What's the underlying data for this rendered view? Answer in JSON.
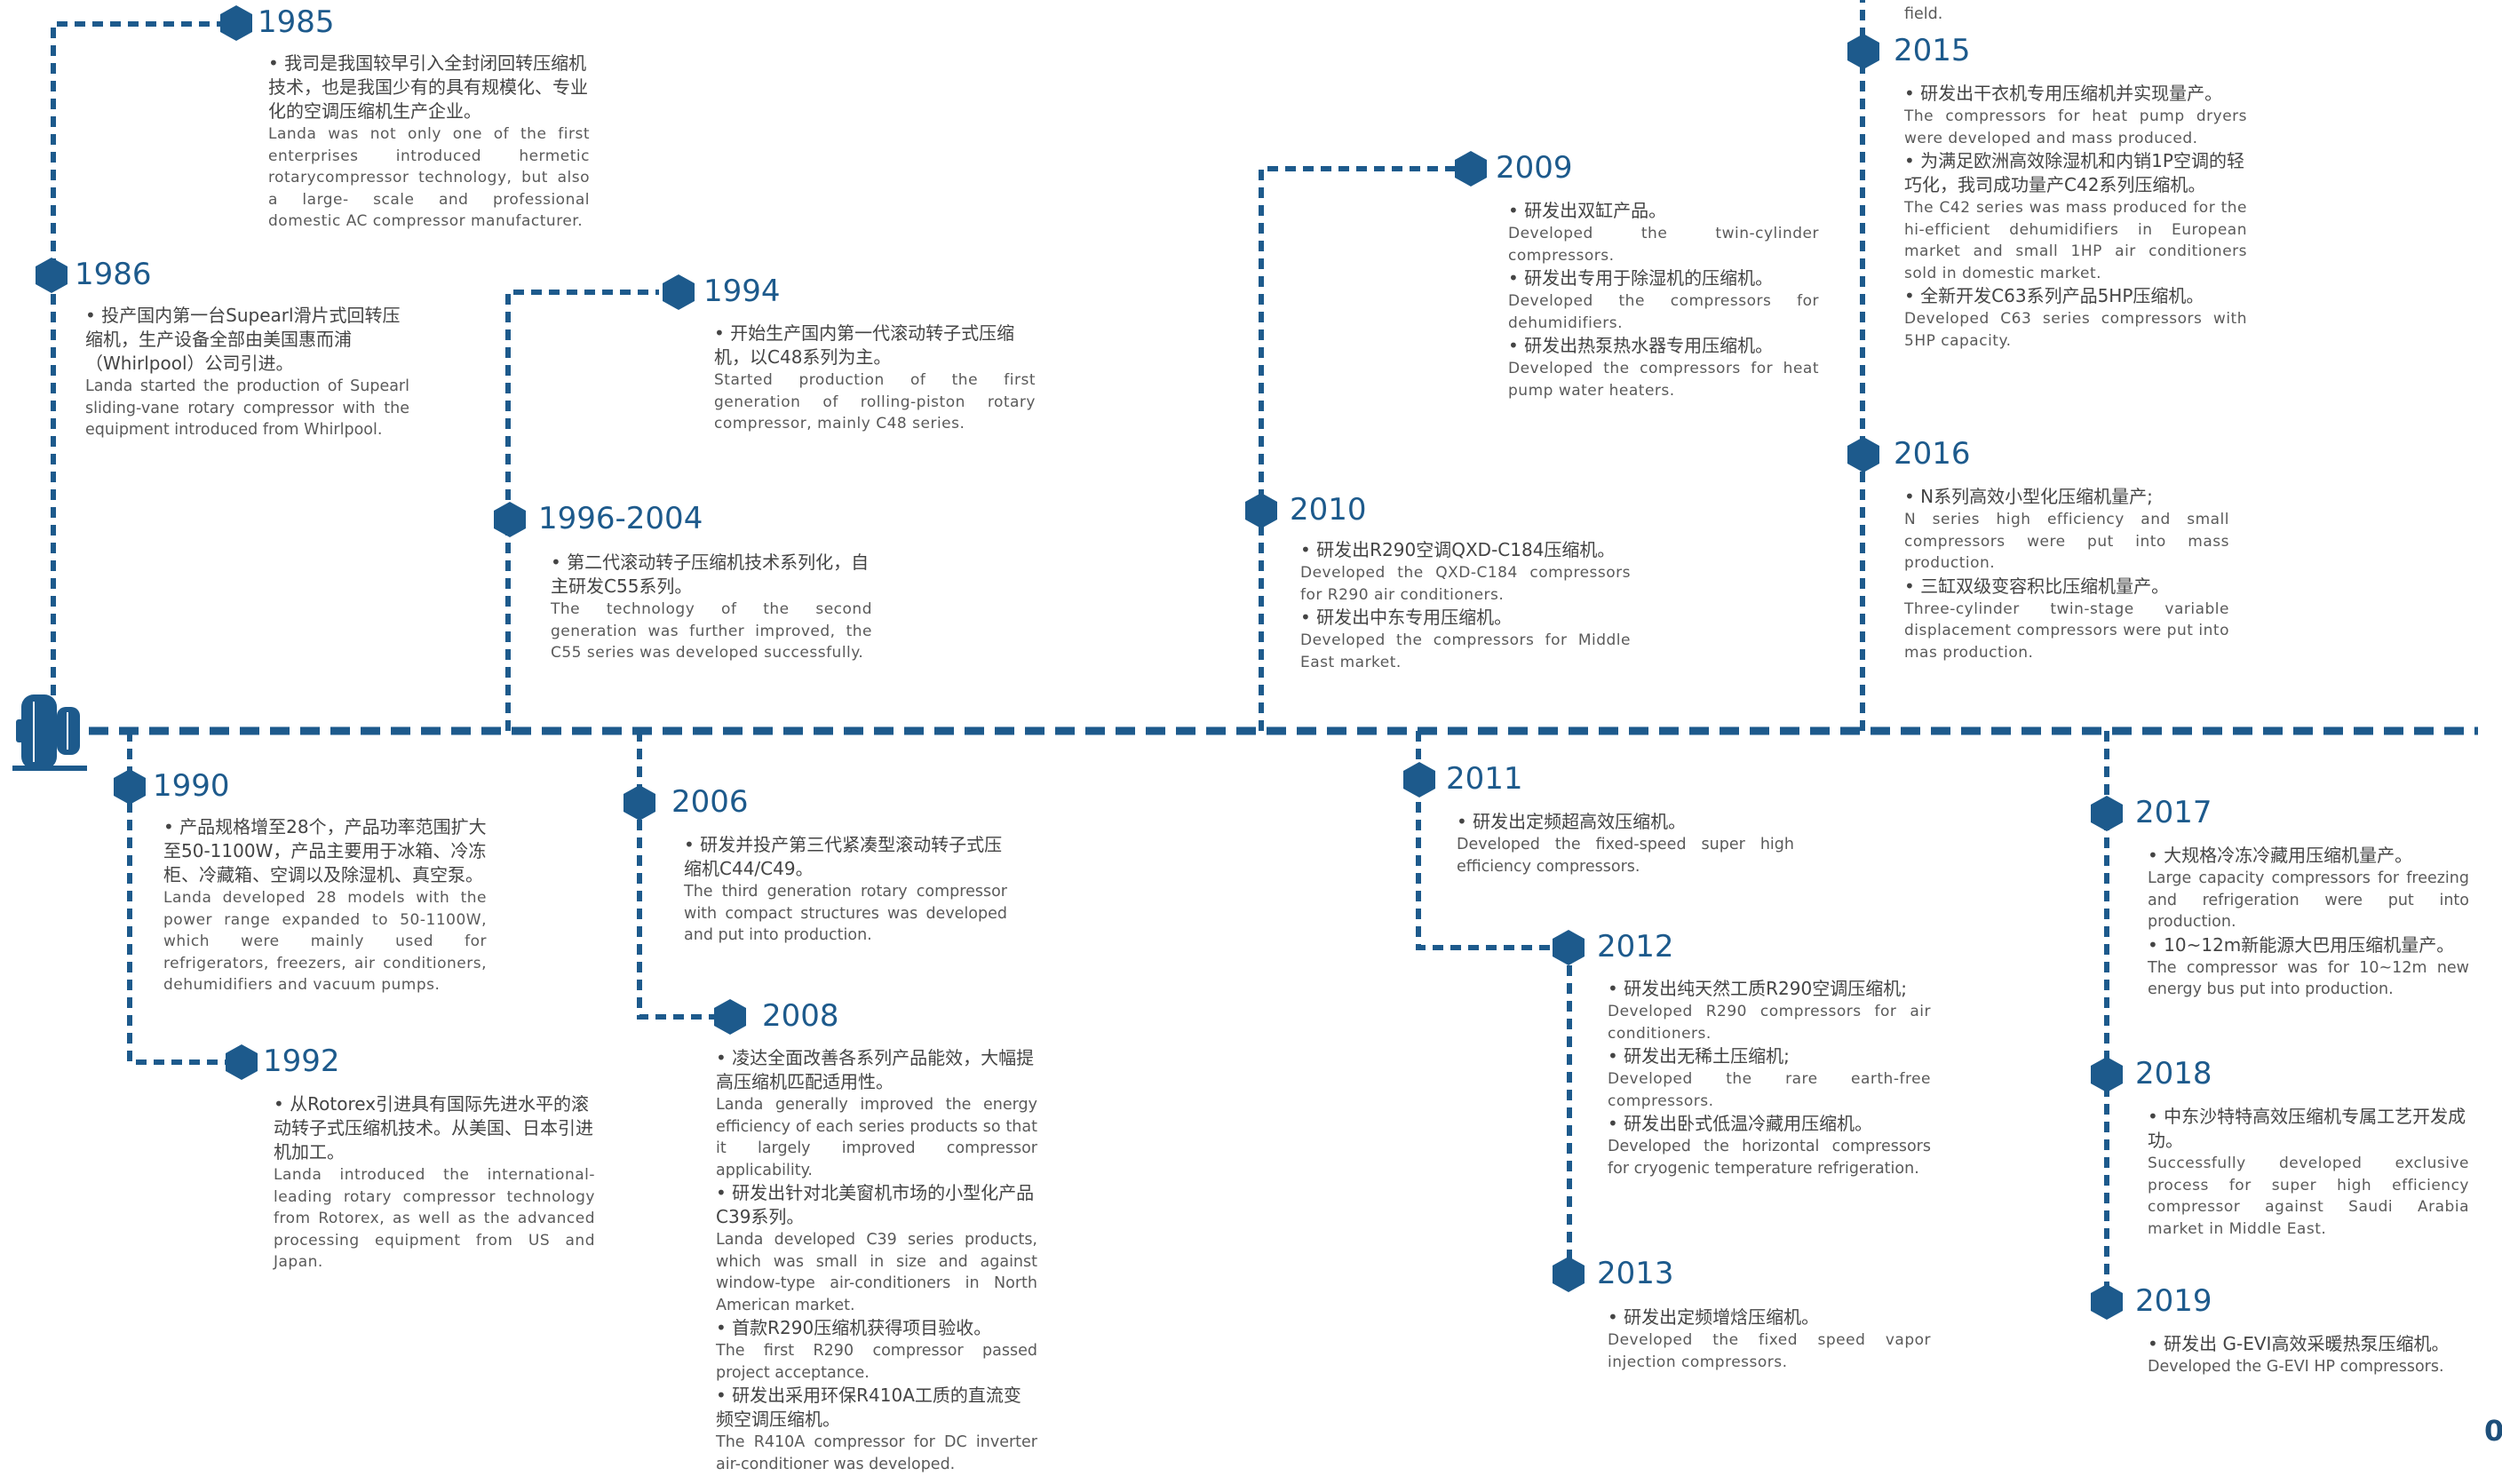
{
  "page_number": "0",
  "accent_color": "#1d5a8c",
  "icons": {
    "compressor": "rotary-compressor-icon",
    "milestone": "hexagon-marker-icon"
  },
  "milestones": [
    {
      "year": "1985",
      "items": [
        {
          "zh": "• 我司是我国较早引入全封闭回转压缩机技术，也是我国少有的具有规模化、专业化的空调压缩机生产企业。",
          "en": "Landa was not only one of the first enterprises introduced hermetic rotarycompressor technology, but also a large- scale and professional domestic AC compressor manufacturer."
        }
      ]
    },
    {
      "year": "1986",
      "items": [
        {
          "zh": "• 投产国内第一台Supearl滑片式回转压缩机，生产设备全部由美国惠而浦（Whirlpool）公司引进。",
          "en": "Landa started the production of Supearl sliding-vane rotary compressor with the equipment introduced from Whirlpool."
        }
      ]
    },
    {
      "year": "1994",
      "items": [
        {
          "zh": "• 开始生产国内第一代滚动转子式压缩机，以C48系列为主。",
          "en": "Started production of the first generation of rolling-piston rotary compressor, mainly C48 series."
        }
      ]
    },
    {
      "year": "1996-2004",
      "items": [
        {
          "zh": "• 第二代滚动转子压缩机技术系列化，自主研发C55系列。",
          "en": "The technology of the second generation was further improved, the C55 series was developed successfully."
        }
      ]
    },
    {
      "year": "2009",
      "items": [
        {
          "zh": "• 研发出双缸产品。",
          "en": "Developed the twin-cylinder compressors."
        },
        {
          "zh": "• 研发出专用于除湿机的压缩机。",
          "en": "Developed the compressors for dehumidifiers."
        },
        {
          "zh": "• 研发出热泵热水器专用压缩机。",
          "en": "Developed the compressors for heat pump water heaters."
        }
      ]
    },
    {
      "year": "2010",
      "items": [
        {
          "zh": "• 研发出R290空调QXD-C184压缩机。",
          "en": "Developed the QXD-C184 compressors for R290 air conditioners."
        },
        {
          "zh": "• 研发出中东专用压缩机。",
          "en": "Developed the compressors for Middle East market."
        }
      ]
    },
    {
      "year": "2015",
      "top_fragment": "field.",
      "items": [
        {
          "zh": "• 研发出干衣机专用压缩机并实现量产。",
          "en": "The compressors for heat pump dryers were developed and mass produced."
        },
        {
          "zh": "• 为满足欧洲高效除湿机和内销1P空调的轻巧化，我司成功量产C42系列压缩机。",
          "en": "The C42 series was mass produced for the hi-efficient dehumidifiers in European market and small 1HP air conditioners sold in domestic market."
        },
        {
          "zh": "• 全新开发C63系列产品5HP压缩机。",
          "en": "Developed C63 series compressors with 5HP capacity."
        }
      ]
    },
    {
      "year": "2016",
      "items": [
        {
          "zh": "• N系列高效小型化压缩机量产;",
          "en": "N series high efficiency and small compressors were put into mass production."
        },
        {
          "zh": "• 三缸双级变容积比压缩机量产。",
          "en": "Three-cylinder twin-stage variable displacement compressors were put into mas production."
        }
      ]
    },
    {
      "year": "1990",
      "items": [
        {
          "zh": "• 产品规格增至28个，产品功率范围扩大至50-1100W，产品主要用于冰箱、冷冻柜、冷藏箱、空调以及除湿机、真空泵。",
          "en": "Landa developed 28 models with the power range expanded to 50-1100W, which were mainly used for refrigerators, freezers, air conditioners, dehumidifiers and vacuum pumps."
        }
      ]
    },
    {
      "year": "1992",
      "items": [
        {
          "zh": "• 从Rotorex引进具有国际先进水平的滚动转子式压缩机技术。从美国、日本引进机加工。",
          "en": "Landa introduced the international-leading rotary compressor technology from Rotorex, as well as the advanced processing equipment from US and Japan."
        }
      ]
    },
    {
      "year": "2006",
      "items": [
        {
          "zh": "• 研发并投产第三代紧凑型滚动转子式压缩机C44/C49。",
          "en": "The third generation rotary compressor with compact structures was developed and put into production."
        }
      ]
    },
    {
      "year": "2008",
      "items": [
        {
          "zh": "• 凌达全面改善各系列产品能效，大幅提高压缩机匹配适用性。",
          "en": "Landa generally improved the energy efficiency of each series products so that it largely improved compressor applicability."
        },
        {
          "zh": "• 研发出针对北美窗机市场的小型化产品C39系列。",
          "en": "Landa developed C39 series products, which was small in size and against window-type air-conditioners in North American market."
        },
        {
          "zh": "• 首款R290压缩机获得项目验收。",
          "en": "The first R290 compressor passed project acceptance."
        },
        {
          "zh": "• 研发出采用环保R410A工质的直流变频空调压缩机。",
          "en": "The R410A compressor for DC inverter air-conditioner was developed."
        }
      ]
    },
    {
      "year": "2011",
      "items": [
        {
          "zh": "• 研发出定频超高效压缩机。",
          "en": "Developed the fixed-speed super high efficiency compressors."
        }
      ]
    },
    {
      "year": "2012",
      "items": [
        {
          "zh": "• 研发出纯天然工质R290空调压缩机;",
          "en": "Developed R290 compressors for air conditioners."
        },
        {
          "zh": "• 研发出无稀土压缩机;",
          "en": "Developed the rare earth-free compressors."
        },
        {
          "zh": "• 研发出卧式低温冷藏用压缩机。",
          "en": "Developed the horizontal compressors for cryogenic temperature refrigeration."
        }
      ]
    },
    {
      "year": "2013",
      "items": [
        {
          "zh": "• 研发出定频增焓压缩机。",
          "en": "Developed the fixed speed vapor injection compressors."
        }
      ]
    },
    {
      "year": "2017",
      "items": [
        {
          "zh": "• 大规格冷冻冷藏用压缩机量产。",
          "en": "Large capacity compressors for freezing and refrigeration were put into production."
        },
        {
          "zh": "• 10~12m新能源大巴用压缩机量产。",
          "en": "The compressor was for 10~12m new energy bus put into production."
        }
      ]
    },
    {
      "year": "2018",
      "items": [
        {
          "zh": "• 中东沙特特高效压缩机专属工艺开发成功。",
          "en": "Successfully developed exclusive process for super high efficiency compressor against Saudi Arabia market in Middle East."
        }
      ]
    },
    {
      "year": "2019",
      "items": [
        {
          "zh": "• 研发出 G-EVI高效采暖热泵压缩机。",
          "en": "Developed the G-EVI HP compressors."
        }
      ]
    }
  ]
}
